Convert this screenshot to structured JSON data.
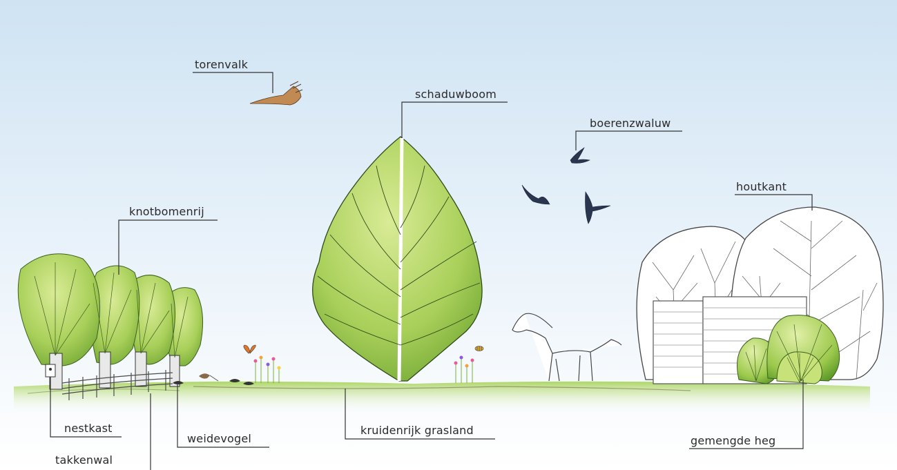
{
  "labels": {
    "torenvalk": "torenvalk",
    "schaduwboom": "schaduwboom",
    "boerenzwaluw": "boerenzwaluw",
    "houtkant": "houtkant",
    "knotbomenrij": "knotbomenrij",
    "nestkast": "nestkast",
    "weidevogel": "weidevogel",
    "kruidenrijk_grasland": "kruidenrijk grasland",
    "gemengde_heg": "gemengde heg",
    "takkenwal": "takkenwal"
  },
  "colors": {
    "sky_top": "#cfe3f3",
    "sky_bottom": "#ffffff",
    "leaf_light": "#c9e27a",
    "leaf_dark": "#7fb23a",
    "grass": "#9ccc4a",
    "leader_line": "#333333"
  }
}
